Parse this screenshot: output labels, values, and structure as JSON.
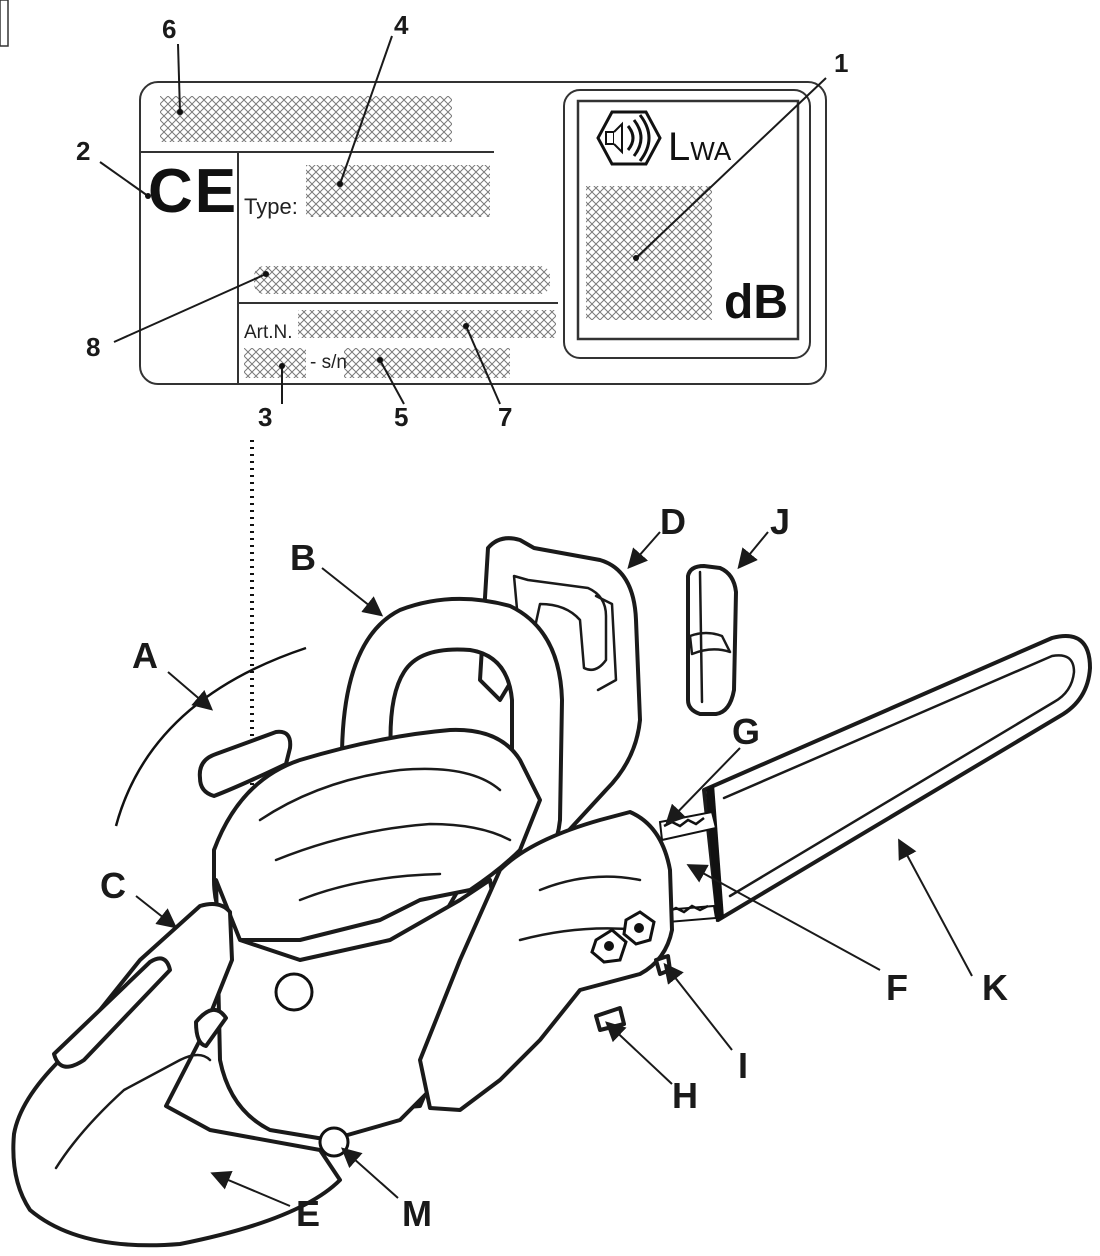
{
  "plate": {
    "type_label": "Type:",
    "art_label": "Art.N.",
    "sn_label": "- s/n",
    "lwa_main": "L",
    "lwa_sub": "WA",
    "db_label": "dB",
    "ce_mark": "CE"
  },
  "plate_callouts": [
    "1",
    "2",
    "3",
    "4",
    "5",
    "6",
    "7",
    "8"
  ],
  "part_callouts": [
    "A",
    "B",
    "C",
    "D",
    "E",
    "F",
    "G",
    "H",
    "I",
    "J",
    "K",
    "M"
  ]
}
